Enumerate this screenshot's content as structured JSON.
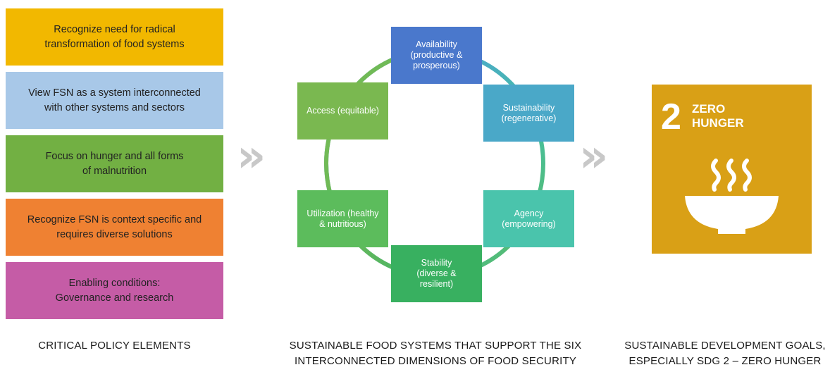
{
  "policy": {
    "elements": [
      {
        "text": "Recognize need for radical\ntransformation of food systems",
        "color": "#f2b800"
      },
      {
        "text": "View FSN as a system interconnected\nwith other systems and sectors",
        "color": "#a8c8e8"
      },
      {
        "text": "Focus on hunger and all forms\nof malnutrition",
        "color": "#72b043"
      },
      {
        "text": "Recognize FSN is context specific and\nrequires diverse solutions",
        "color": "#ef8132"
      },
      {
        "text": "Enabling conditions:\nGovernance and research",
        "color": "#c55ca6"
      }
    ],
    "caption": "CRITICAL POLICY ELEMENTS"
  },
  "dimensions": {
    "availability": {
      "text": "Availability\n(productive &\nprosperous)",
      "color": "#4a78cc"
    },
    "sustainability": {
      "text": "Sustainability\n(regenerative)",
      "color": "#4aa8c8"
    },
    "agency": {
      "text": "Agency\n(empowering)",
      "color": "#4ac4ac"
    },
    "stability": {
      "text": "Stability\n(diverse &\nresilient)",
      "color": "#38b060"
    },
    "utilization": {
      "text": "Utilization (healthy\n& nutritious)",
      "color": "#5cbc5c"
    },
    "access": {
      "text": "Access (equitable)",
      "color": "#7ab850"
    },
    "caption": "SUSTAINABLE FOOD SYSTEMS THAT SUPPORT THE SIX\nINTERCONNECTED DIMENSIONS OF FOOD SECURITY"
  },
  "sdg": {
    "number": "2",
    "title": "ZERO\nHUNGER",
    "color": "#d9a016",
    "icon": "bowl-icon",
    "caption": "SUSTAINABLE DEVELOPMENT GOALS,\nESPECIALLY SDG 2 – ZERO HUNGER"
  },
  "arrows": {
    "glyph": "»",
    "color": "#c8c8c8"
  }
}
